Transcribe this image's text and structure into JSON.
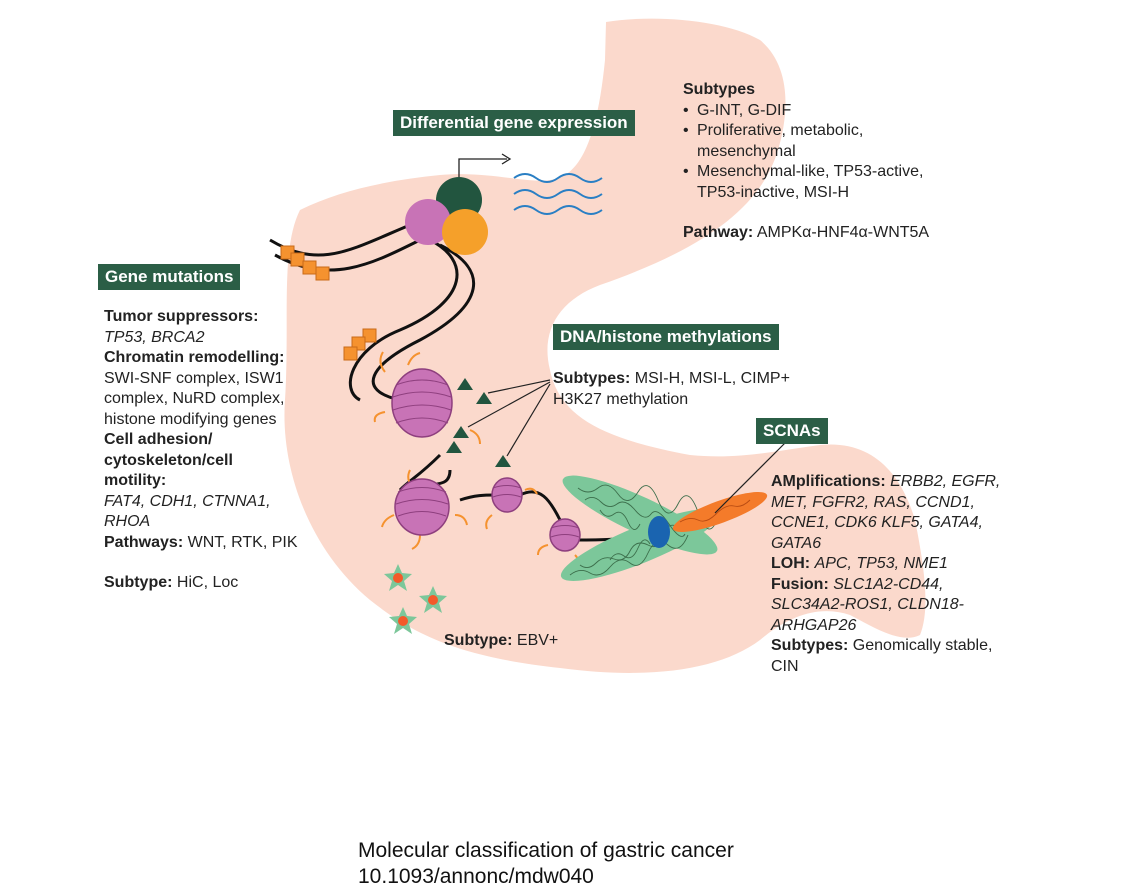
{
  "labels": {
    "differential": "Differential gene expression",
    "mutations": "Gene mutations",
    "methylations": "DNA/histone methylations",
    "scnas": "SCNAs"
  },
  "expression": {
    "subtypes_title": "Subtypes",
    "subtypes": [
      "G-INT, G-DIF",
      "Proliferative, metabolic, mesenchymal",
      "Mesenchymal-like, TP53-active, TP53-inactive, MSI-H"
    ],
    "pathway_label": "Pathway:",
    "pathway_value": "AMPKα-HNF4α-WNT5A"
  },
  "mutations": {
    "tumor_label": "Tumor suppressors:",
    "tumor_value": "TP53, BRCA2",
    "chromatin_label": "Chromatin remodelling:",
    "chromatin_value": "SWI-SNF complex, ISW1 complex, NuRD complex, histone modifying genes",
    "adhesion_label": "Cell adhesion/ cytoskeleton/cell motility:",
    "adhesion_value": "FAT4, CDH1, CTNNA1, RHOA",
    "pathways_label": "Pathways:",
    "pathways_value": "WNT, RTK, PIK",
    "subtype_label": "Subtype:",
    "subtype_value": "HiC, Loc"
  },
  "methylation": {
    "subtypes_label": "Subtypes:",
    "subtypes_value": "MSI-H, MSI-L, CIMP+",
    "extra": "H3K27 methylation"
  },
  "scna": {
    "amp_label": "AMplifications:",
    "amp_value": "ERBB2, EGFR, MET, FGFR2, RAS, CCND1, CCNE1, CDK6 KLF5, GATA4, GATA6",
    "loh_label": "LOH:",
    "loh_value": "APC, TP53, NME1",
    "fusion_label": "Fusion:",
    "fusion_value": "SLC1A2-CD44, SLC34A2-ROS1, CLDN18-ARHGAP26",
    "subtypes_label": "Subtypes:",
    "subtypes_value": "Genomically stable, CIN"
  },
  "ebv": {
    "label": "Subtype:",
    "value": "EBV+"
  },
  "caption": {
    "line1": "Molecular classification of gastric cancer",
    "line2": "10.1093/annonc/mdw040"
  },
  "colors": {
    "stomach": "#fbd9cc",
    "label_bg": "#2b5e46",
    "nucleosome": "#c873b6",
    "square": "#f5922f",
    "triangle": "#2b5e46",
    "waves": "#2a7fc4",
    "chromosome_green": "#7cc79a",
    "chromosome_orange": "#f47b2a",
    "centromere": "#1a64b0"
  }
}
